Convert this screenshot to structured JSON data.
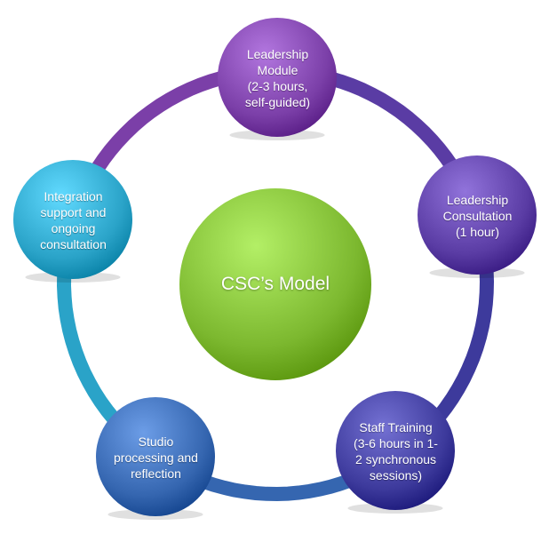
{
  "center": {
    "label": "CSC’s Model",
    "color": "#7cb82f"
  },
  "nodes": [
    {
      "id": "leadership-module",
      "label": "Leadership\nModule\n(2-3 hours,\nself-guided)",
      "color": "#7b3fa8"
    },
    {
      "id": "leadership-consultation",
      "label": "Leadership\nConsultation\n(1 hour)",
      "color": "#5a3ca4"
    },
    {
      "id": "staff-training",
      "label": "Staff Training\n(3-6 hours in 1-\n2 synchronous\nsessions)",
      "color": "#3d3a9c"
    },
    {
      "id": "studio-processing",
      "label": "Studio\nprocessing and\nreflection",
      "color": "#3566b0"
    },
    {
      "id": "integration-support",
      "label": "Integration\nsupport and\nongoing\nconsultation",
      "color": "#2aa3c8"
    }
  ],
  "ring_colors": [
    "#7b3fa8",
    "#5a3ca4",
    "#3d3a9c",
    "#3566b0",
    "#2aa3c8"
  ]
}
